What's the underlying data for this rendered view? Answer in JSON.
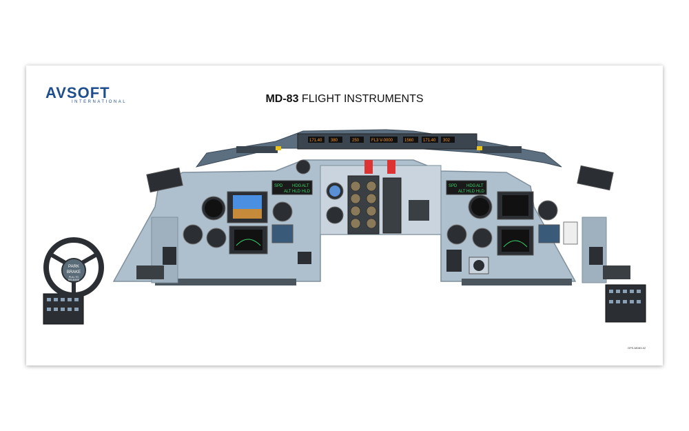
{
  "brand": {
    "name": "AVSOFT",
    "sub": "INTERNATIONAL"
  },
  "title": {
    "bold": "MD-83",
    "rest": " FLIGHT INSTRUMENTS"
  },
  "doc_code": "GPS-MD83-02",
  "glareshield": {
    "windows": [
      "171.40",
      "380",
      "250",
      "FL3 V-0000",
      "1560",
      "171.40",
      "302"
    ]
  },
  "fma_left": {
    "row1": [
      "SPD",
      "HDG",
      "ALT"
    ],
    "row2": [
      "ALT",
      "HLD",
      "HLD"
    ]
  },
  "fma_right": {
    "row1": [
      "SPD",
      "HDG",
      "ALT"
    ],
    "row2": [
      "ALT",
      "HLD",
      "HLD"
    ]
  },
  "park_brake": {
    "line1": "PARK",
    "line2": "BRAKE",
    "line3": "PULL TO",
    "line4": "RELEASE"
  },
  "colors": {
    "panel": "#aebfcd",
    "panel_edge": "#7f8f9c",
    "shade": "#c9d4de",
    "dark": "#2b2f33",
    "title": "#111111",
    "brand": "#1f4e8c"
  }
}
